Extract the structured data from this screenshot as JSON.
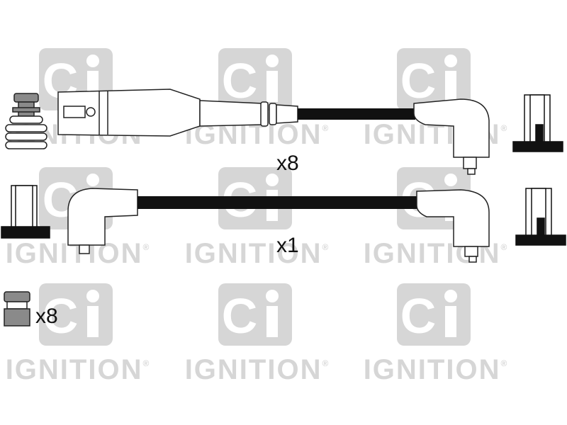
{
  "watermark": {
    "logo_letters": "Ci",
    "word": "IGNITION",
    "mark": "®",
    "color": "#d6d6d6"
  },
  "labels": {
    "cap_leads_qty": "x8",
    "coil_lead_qty": "x1",
    "boot_qty": "x8"
  },
  "colors": {
    "lead_wire": "#111111",
    "outline": "#222222",
    "part_fill": "#ffffff",
    "boot_fill": "#8a8a8a"
  }
}
